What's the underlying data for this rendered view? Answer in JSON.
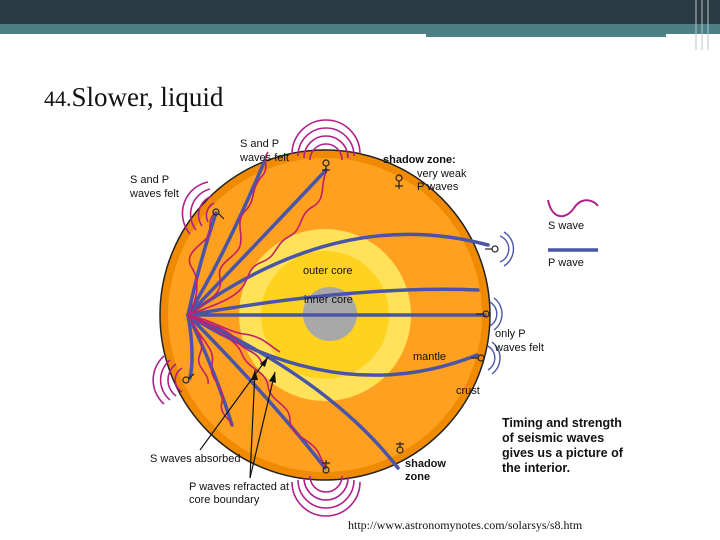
{
  "slide": {
    "number": "44.",
    "title": "Slower, liquid",
    "source_url": "http://www.astronomynotes.com/solarsys/s8.htm"
  },
  "diagram": {
    "labels": {
      "s_and_p_top_1": "S and P",
      "s_and_p_top_2": "waves felt",
      "s_and_p_left_1": "S and P",
      "s_and_p_left_2": "waves felt",
      "shadow_zone_top": "shadow zone:",
      "very_weak_1": "very weak",
      "very_weak_2": "P waves",
      "outer_core": "outer core",
      "inner_core": "inner core",
      "mantle": "mantle",
      "only_p_1": "only P",
      "only_p_2": "waves felt",
      "crust": "crust",
      "s_waves_absorbed": "S waves absorbed",
      "p_refracted_1": "P waves refracted at",
      "p_refracted_2": "core boundary",
      "shadow_zone_bottom_1": "shadow",
      "shadow_zone_bottom_2": "zone"
    },
    "legend": {
      "s_wave": "S wave",
      "p_wave": "P wave"
    },
    "note": {
      "line1": "Timing and strength",
      "line2": "of seismic waves",
      "line3": "gives us a picture of",
      "line4": "the interior."
    },
    "colors": {
      "crust": "#f08a00",
      "mantle": "#ffa020",
      "outer_core": "#ffd21f",
      "inner_core": "#a8a8a8",
      "s_wave": "#c0206e",
      "p_wave": "#4a55a8",
      "arcs": "#b0208a"
    }
  }
}
